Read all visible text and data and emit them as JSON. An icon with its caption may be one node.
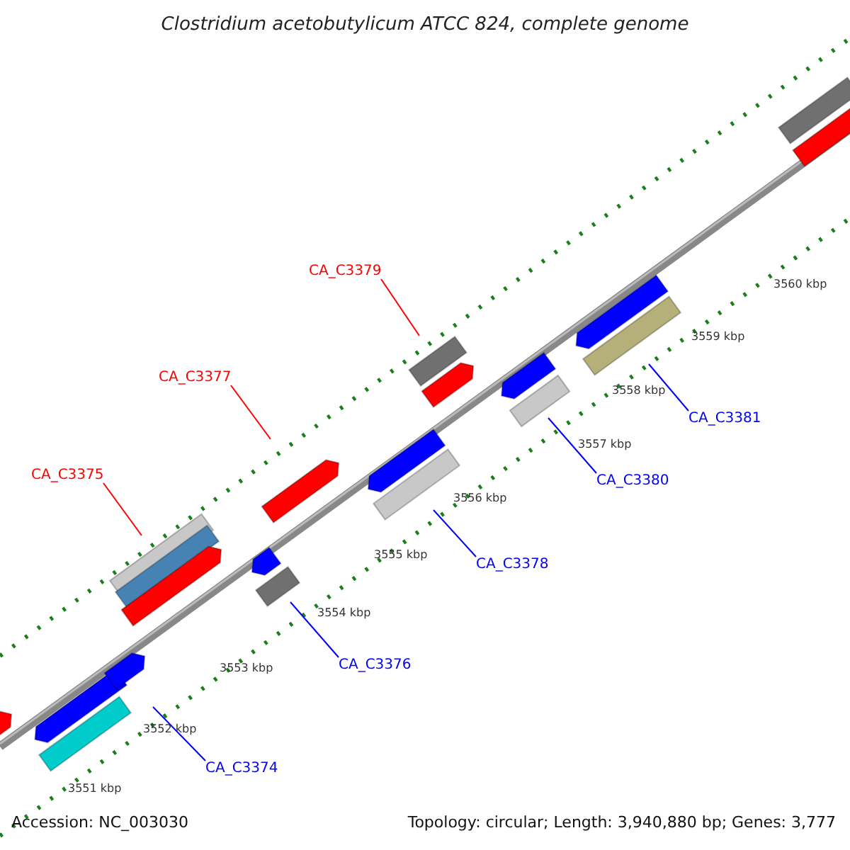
{
  "diagram": {
    "title": "Clostridium acetobutylicum ATCC 824, complete genome",
    "nodes": [
      {
        "text": [
          "CA_C3375"
        ]
      },
      {
        "text": [
          "CA_C3377"
        ]
      },
      {
        "text": [
          "CA_C3379"
        ]
      },
      {
        "text": [
          "CA_C3374"
        ]
      },
      {
        "text": [
          "CA_C3376"
        ]
      },
      {
        "text": [
          "CA_C3378"
        ]
      },
      {
        "text": [
          "CA_C3380"
        ]
      },
      {
        "text": [
          "CA_C3381"
        ]
      }
    ],
    "edges": [
      {
        "from": 0,
        "to": null,
        "arrow": "none",
        "color": "#ff0000"
      },
      {
        "from": 1,
        "to": null,
        "arrow": "none",
        "color": "#ff0000"
      },
      {
        "from": 2,
        "to": null,
        "arrow": "none",
        "color": "#ff0000"
      },
      {
        "from": 3,
        "to": null,
        "arrow": "none"
      },
      {
        "from": 4,
        "to": null,
        "arrow": "none"
      },
      {
        "from": 5,
        "to": null,
        "arrow": "none"
      },
      {
        "from": 6,
        "to": null,
        "arrow": "none"
      },
      {
        "from": 7,
        "to": null,
        "arrow": "none"
      }
    ],
    "labels": [
      "3560 kbp",
      "3559 kbp",
      "3558 kbp",
      "3557 kbp",
      "3556 kbp",
      "3555 kbp",
      "3554 kbp",
      "3553 kbp",
      "3552 kbp",
      "3551 kbp",
      "Accession: NC_003030",
      "Topology: circular; Length: 3,940,880 bp; Genes: 3,777"
    ]
  }
}
